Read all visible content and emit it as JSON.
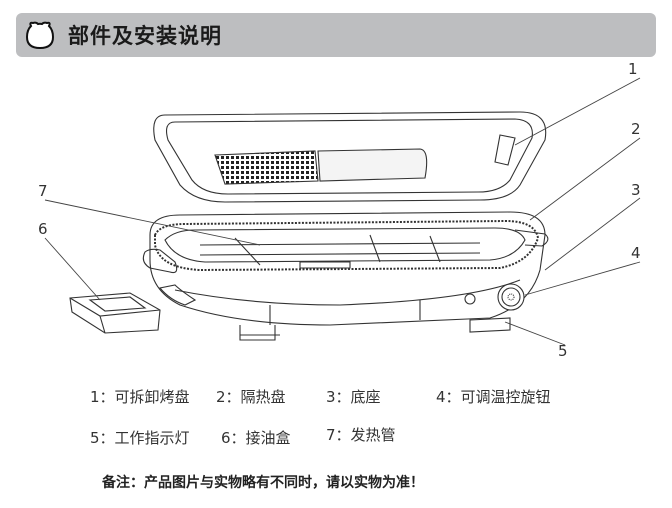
{
  "header": {
    "title": "部件及安装说明",
    "icon": "bear-head-icon"
  },
  "callouts": [
    "1",
    "2",
    "3",
    "4",
    "5",
    "6",
    "7"
  ],
  "parts": [
    {
      "num": "1：",
      "label": "可拆卸烤盘"
    },
    {
      "num": "2：",
      "label": "隔热盘"
    },
    {
      "num": "3：",
      "label": "底座"
    },
    {
      "num": "4：",
      "label": "可调温控旋钮"
    },
    {
      "num": "5：",
      "label": "工作指示灯"
    },
    {
      "num": "6：",
      "label": "接油盒"
    },
    {
      "num": "7：",
      "label": "发热管"
    }
  ],
  "note": "备注：产品图片与实物略有不同时，请以实物为准！"
}
